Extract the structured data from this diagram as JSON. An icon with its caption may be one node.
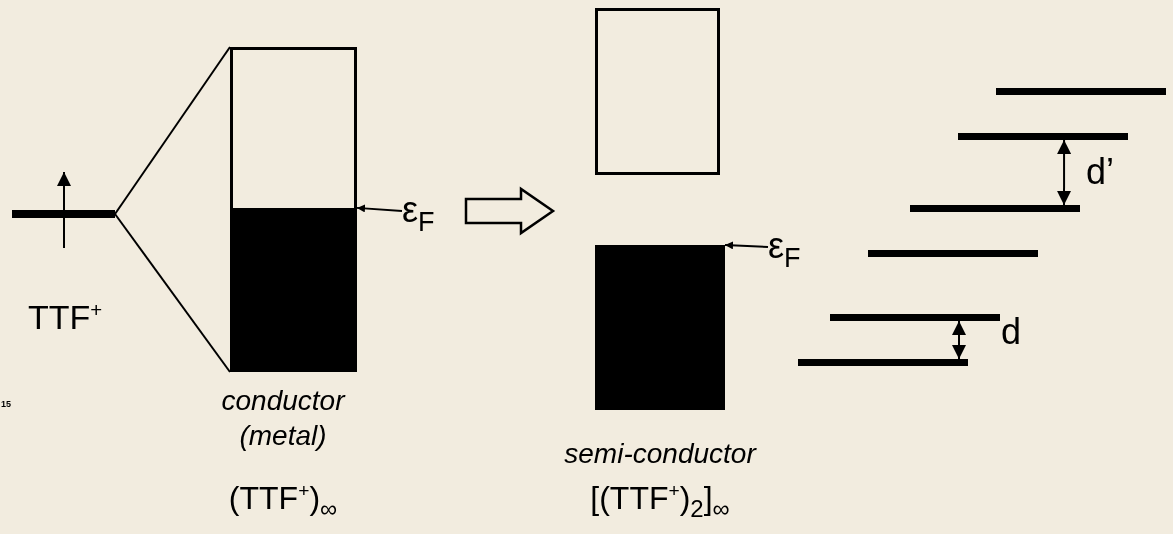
{
  "diagram": {
    "nodes": [
      {
        "text": [],
        "shape": "bar",
        "beside": [
          "TTF$^{+}$"
        ]
      },
      {
        "text": [],
        "shape": "box",
        "beside": [
          "conductor (metal)",
          "(TTF$^{+}$)$_{∞}$"
        ]
      },
      {
        "text": [
          "ε$_{F}$"
        ]
      },
      {
        "text": [],
        "shape": "box"
      },
      {
        "text": [],
        "shape": "box",
        "beside": [
          "semi-conductor",
          "[(TTF$^{+}$)$_{2}$]$_{∞}$"
        ]
      },
      {
        "text": [
          "ε$_{F}$"
        ]
      },
      {
        "text": [],
        "shape": "bar"
      },
      {
        "text": [],
        "shape": "bar"
      },
      {
        "text": [],
        "shape": "bar"
      },
      {
        "text": [],
        "shape": "bar"
      },
      {
        "text": [],
        "shape": "bar"
      },
      {
        "text": [],
        "shape": "bar"
      }
    ],
    "edges": [
      {
        "from": 0,
        "to": 1,
        "arrow": "none"
      },
      {
        "from": 0,
        "to": 1,
        "arrow": "none"
      },
      {
        "from": 2,
        "to": 1,
        "arrow": "to"
      },
      {
        "from": 2,
        "to": null,
        "arrow": "to",
        "style": "thick"
      },
      {
        "from": 5,
        "to": 4,
        "arrow": "to"
      },
      {
        "from": 7,
        "to": 8,
        "arrow": "both",
        "label": "d’"
      },
      {
        "from": 10,
        "to": 11,
        "arrow": "both",
        "label": "d"
      }
    ],
    "labels": [
      "15"
    ]
  }
}
